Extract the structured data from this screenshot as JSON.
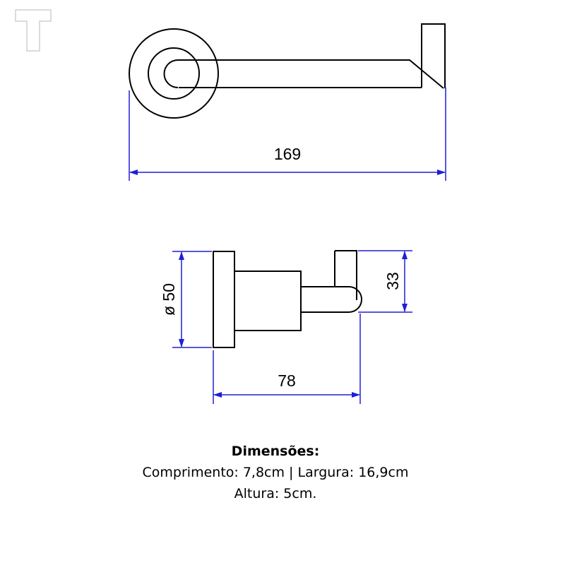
{
  "dimensions": {
    "width": "169",
    "diameter": "ø 50",
    "hook_height": "33",
    "depth": "78"
  },
  "caption": {
    "title": "Dimensões:",
    "line1": "Comprimento: 7,8cm | Largura: 16,9cm",
    "line2": "Altura: 5cm."
  },
  "colors": {
    "outline": "#000000",
    "dimension_line": "#1f1fd6",
    "logo": "#cfcfcf"
  }
}
